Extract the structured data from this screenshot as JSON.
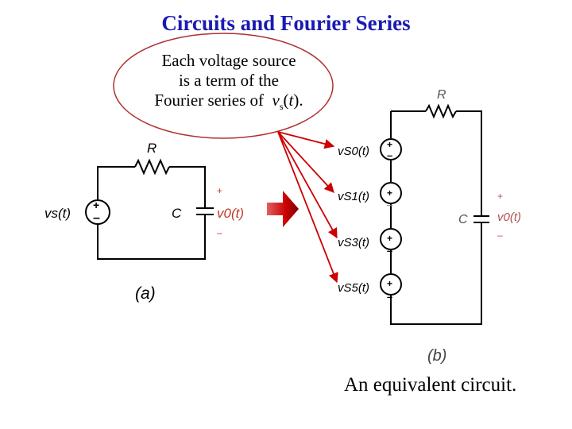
{
  "title": "Circuits and Fourier Series",
  "callout": {
    "line1": "Each voltage source",
    "line2": "is a term of the",
    "line3_prefix": "Fourier series of",
    "line3_var": "v",
    "line3_sub": "s",
    "line3_suffix": "(",
    "line3_t": "t",
    "line3_end": ")."
  },
  "circuit_a": {
    "source": "vs(t)",
    "resistor": "R",
    "capacitor": "C",
    "output": "v0(t)",
    "plus": "+",
    "minus": "–",
    "caption": "(a)"
  },
  "circuit_b": {
    "resistor": "R",
    "capacitor": "C",
    "output": "v0(t)",
    "plus": "+",
    "minus": "–",
    "caption": "(b)",
    "sources": [
      "vS0(t)",
      "vS1(t)",
      "vS3(t)",
      "vS5(t)"
    ]
  },
  "footer": "An equivalent circuit.",
  "colors": {
    "title": "#1a1ab3",
    "arrow": "#cc0000",
    "callout_outline": "#b03030"
  }
}
